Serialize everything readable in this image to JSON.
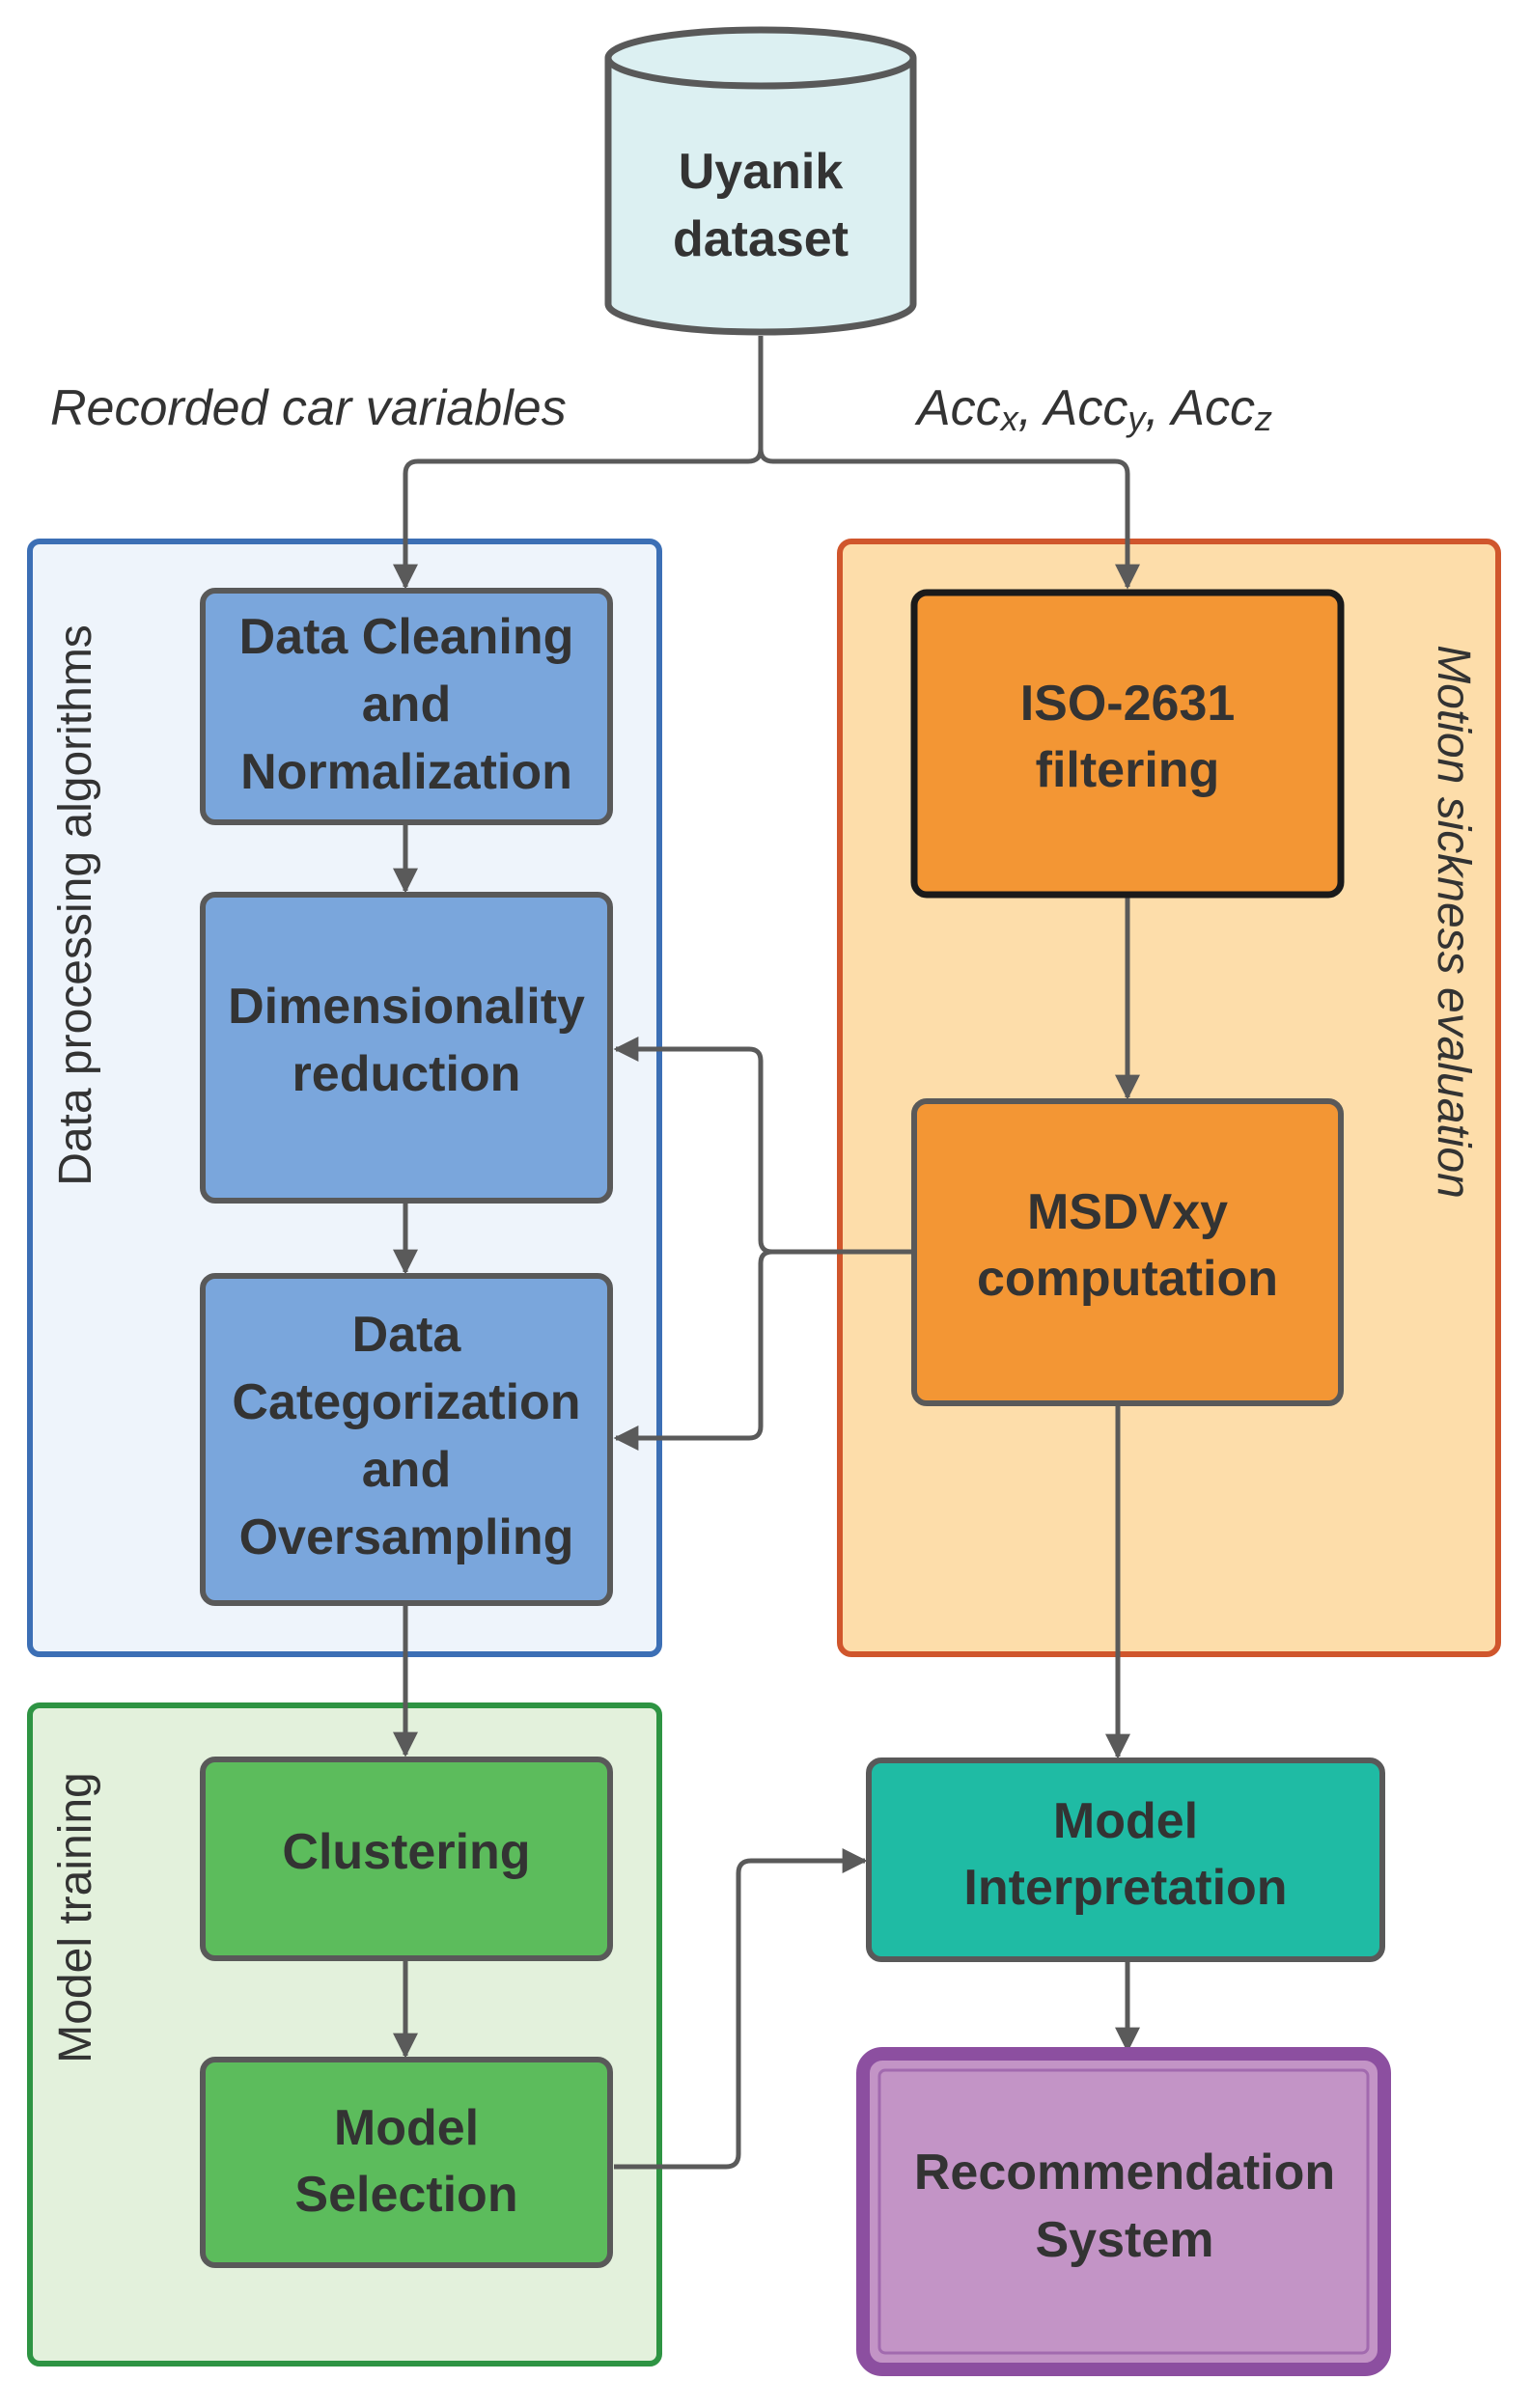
{
  "dataset": {
    "line1": "Uyanik",
    "line2": "dataset",
    "fill": "#dcf0f2",
    "stroke": "#595959"
  },
  "annotations": {
    "left_branch": "Recorded car variables",
    "right_branch": {
      "prefix1": "Acc",
      "sub1": "x",
      "prefix2": "Acc",
      "sub2": "y",
      "prefix3": "Acc",
      "sub3": "z",
      "separator": ", "
    }
  },
  "groups": {
    "data_processing": {
      "label": "Data processing algorithms",
      "border": "#3c6fb5",
      "fill": "#eef4fb"
    },
    "motion_sickness": {
      "label": "Motion sickness evaluation",
      "border": "#d0562c",
      "fill": "#fdddaa"
    },
    "model_training": {
      "label": "Model training",
      "border": "#2e9443",
      "fill": "#e3f1dc"
    }
  },
  "boxes": {
    "data_cleaning": {
      "lines": [
        "Data Cleaning",
        "and",
        "Normalization"
      ],
      "fill": "#7aa6dc"
    },
    "dimensionality": {
      "lines": [
        "Dimensionality",
        "reduction"
      ],
      "fill": "#7aa6dc"
    },
    "categorization": {
      "lines": [
        "Data",
        "Categorization",
        "and",
        "Oversampling"
      ],
      "fill": "#7aa6dc"
    },
    "iso_filtering": {
      "lines": [
        "ISO-2631",
        "filtering"
      ],
      "fill": "#f39634"
    },
    "msdv": {
      "lines": [
        "MSDVxy",
        "computation"
      ],
      "fill": "#f39634"
    },
    "clustering": {
      "lines": [
        "Clustering"
      ],
      "fill": "#5cbc5c"
    },
    "model_selection": {
      "lines": [
        "Model",
        "Selection"
      ],
      "fill": "#5cbc5c"
    },
    "model_interpretation": {
      "lines": [
        "Model",
        "Interpretation"
      ],
      "fill": "#1fbba4"
    },
    "recommendation": {
      "lines": [
        "Recommendation",
        "System"
      ],
      "fill": "#c394c6",
      "border": "#8c4fa0"
    }
  },
  "colors": {
    "text": "#333333",
    "connector": "#5a5a5a",
    "box_stroke": "#595959"
  }
}
